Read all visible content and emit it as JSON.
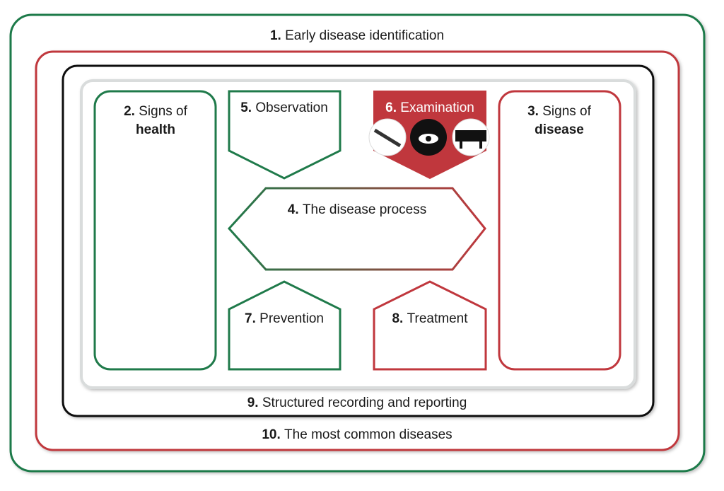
{
  "colors": {
    "green": "#1f7a4a",
    "red": "#c0373d",
    "black": "#111111",
    "panel": "#d9dcdc"
  },
  "layers": {
    "l1": {
      "num": "1.",
      "label": "Early disease identification"
    },
    "l9": {
      "num": "9.",
      "label": "Structured recording and reporting"
    },
    "l10": {
      "num": "10.",
      "label": "The most common diseases"
    }
  },
  "boxes": {
    "health": {
      "num": "2.",
      "line1": "Signs of",
      "line2": "health"
    },
    "disease": {
      "num": "3.",
      "line1": "Signs of",
      "line2": "disease"
    },
    "process": {
      "num": "4.",
      "label": "The disease process"
    },
    "observation": {
      "num": "5.",
      "label": "Observation"
    },
    "examination": {
      "num": "6.",
      "label": "Examination",
      "icons": [
        "thermometer-icon",
        "eye-examination-icon",
        "cow-icon"
      ]
    },
    "prevention": {
      "num": "7.",
      "label": "Prevention"
    },
    "treatment": {
      "num": "8.",
      "label": "Treatment"
    }
  }
}
